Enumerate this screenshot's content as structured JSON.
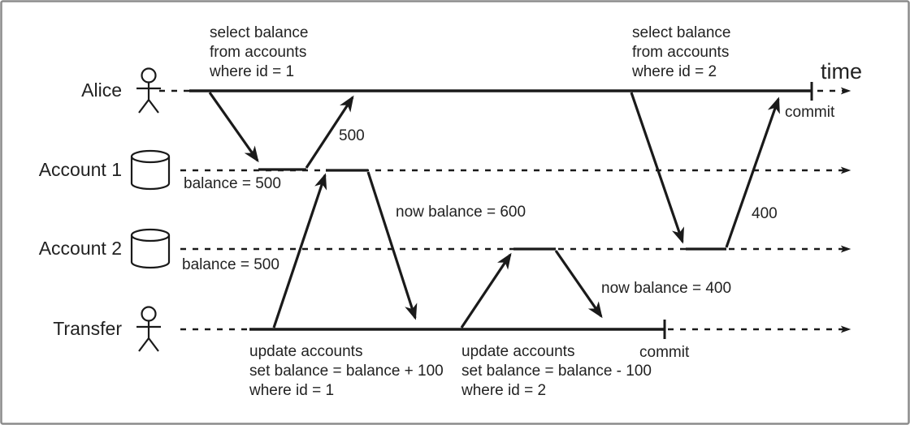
{
  "colors": {
    "ink": "#1a1a1a",
    "text": "#222222",
    "border": "#8c8c8c",
    "background": "#ffffff"
  },
  "axis": {
    "label": "time"
  },
  "rows": {
    "alice": {
      "label": "Alice"
    },
    "account1": {
      "label": "Account 1",
      "initial": "balance = 500"
    },
    "account2": {
      "label": "Account 2",
      "initial": "balance = 500"
    },
    "transfer": {
      "label": "Transfer"
    }
  },
  "events": {
    "select1": {
      "lines": [
        "select balance",
        "from accounts",
        "where id = 1"
      ],
      "result": "500"
    },
    "select2": {
      "lines": [
        "select balance",
        "from accounts",
        "where id = 2"
      ],
      "result": "400"
    },
    "update1": {
      "lines": [
        "update accounts",
        "set balance = balance + 100",
        "where id = 1"
      ],
      "result": "now balance = 600"
    },
    "update2": {
      "lines": [
        "update accounts",
        "set balance = balance - 100",
        "where id = 2"
      ],
      "result": "now balance = 400"
    },
    "alice_commit": {
      "label": "commit"
    },
    "transfer_commit": {
      "label": "commit"
    }
  }
}
